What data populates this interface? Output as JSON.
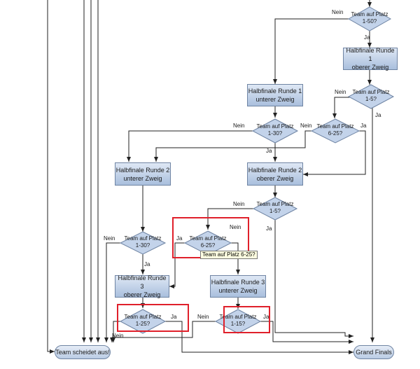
{
  "boxes": {
    "hf1_oben": {
      "line1": "Halbfinale Runde 1",
      "line2": "oberer Zweig"
    },
    "hf1_unten": {
      "line1": "Halbfinale Runde 1",
      "line2": "unterer Zweig"
    },
    "hf2_unten": {
      "line1": "Halbfinale Runde 2",
      "line2": "unterer Zweig"
    },
    "hf2_oben": {
      "line1": "Halbfinale Runde 2",
      "line2": "oberer Zweig"
    },
    "hf3_oben": {
      "line1": "Halbfinale Runde 3",
      "line2": "oberer Zweig"
    },
    "hf3_unten": {
      "line1": "Halbfinale Runde 3",
      "line2": "unterer Zweig"
    }
  },
  "decisions": {
    "d_1_50": {
      "line1": "Team auf Platz",
      "line2": "1-50?"
    },
    "d_1_5_top": {
      "line1": "Team auf Platz",
      "line2": "1-5?"
    },
    "d_1_30_a": {
      "line1": "Team auf Platz",
      "line2": "1-30?"
    },
    "d_6_25_a": {
      "line1": "Team auf Platz",
      "line2": "6-25?"
    },
    "d_1_5_mid": {
      "line1": "Team auf Platz",
      "line2": "1-5?"
    },
    "d_6_25_b": {
      "line1": "Team auf Platz",
      "line2": "6-25?"
    },
    "d_1_30_b": {
      "line1": "Team auf Platz",
      "line2": "1-30?"
    },
    "d_1_25": {
      "line1": "Team auf Platz",
      "line2": "1-25?"
    },
    "d_1_15": {
      "line1": "Team auf Platz",
      "line2": "1-15?"
    }
  },
  "terminals": {
    "out": "Team scheidet aus!",
    "finals": "Grand Finals"
  },
  "edge_labels": {
    "ja": "Ja",
    "nein": "Nein"
  },
  "tooltip": "Team auf Platz 6-25?",
  "colors": {
    "line": "#222222",
    "box_border": "#6f84a3",
    "highlight": "#e0202b"
  }
}
